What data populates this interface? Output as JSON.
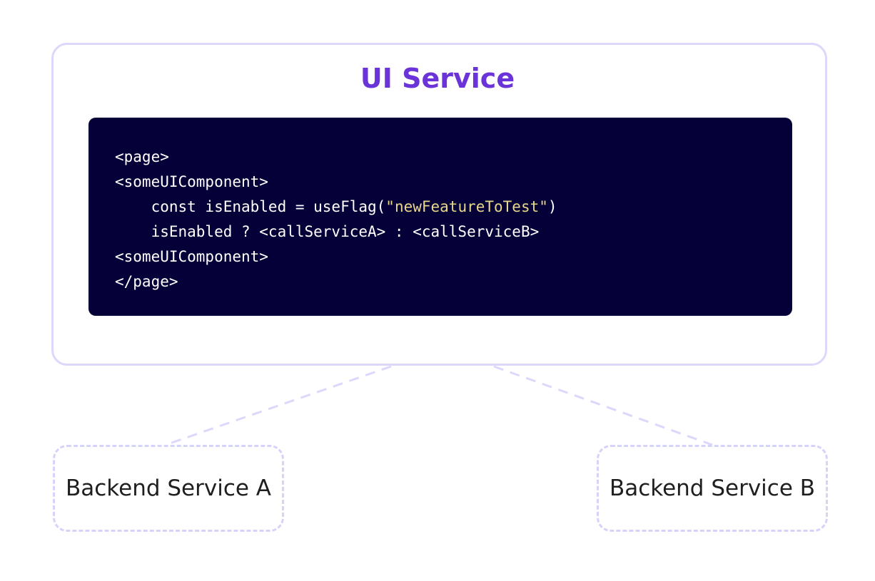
{
  "ui_service": {
    "title": "UI Service",
    "code_lines": [
      {
        "indent": "",
        "text": "<page>",
        "string": "",
        "tail": ""
      },
      {
        "indent": "",
        "text": "<someUIComponent>",
        "string": "",
        "tail": ""
      },
      {
        "indent": "    ",
        "text": "const isEnabled = useFlag(",
        "string": "\"newFeatureToTest\"",
        "tail": ")"
      },
      {
        "indent": "    ",
        "text": "isEnabled ? <callServiceA> : <callServiceB>",
        "string": "",
        "tail": ""
      },
      {
        "indent": "",
        "text": "<someUIComponent>",
        "string": "",
        "tail": ""
      },
      {
        "indent": "",
        "text": "</page>",
        "string": "",
        "tail": ""
      }
    ]
  },
  "backends": [
    {
      "label": "Backend Service A"
    },
    {
      "label": "Backend Service B"
    }
  ],
  "colors": {
    "title": "#6b34d8",
    "border": "#dcd8fb",
    "code_bg": "#050038",
    "string": "#e8d88a"
  }
}
